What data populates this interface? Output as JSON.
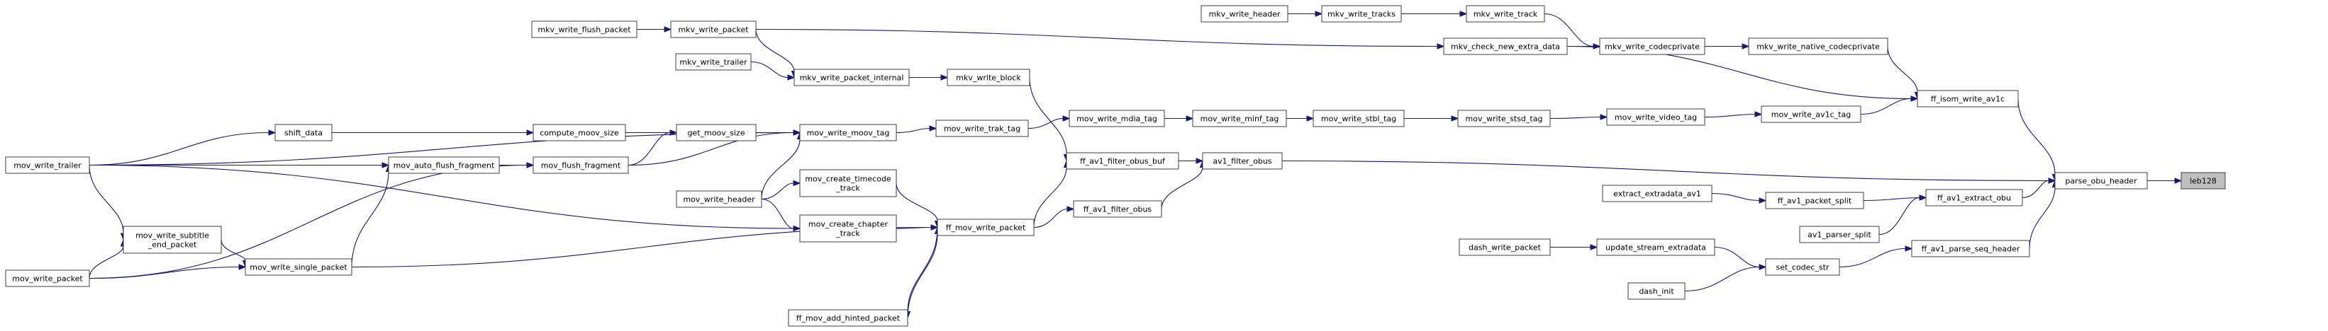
{
  "nodes": [
    {
      "id": "mkv_write_flush_packet",
      "lines": [
        "mkv_write_flush_packet"
      ]
    },
    {
      "id": "mkv_write_packet",
      "lines": [
        "mkv_write_packet"
      ]
    },
    {
      "id": "mkv_write_trailer",
      "lines": [
        "mkv_write_trailer"
      ]
    },
    {
      "id": "mkv_write_packet_internal",
      "lines": [
        "mkv_write_packet_internal"
      ]
    },
    {
      "id": "mkv_write_block",
      "lines": [
        "mkv_write_block"
      ]
    },
    {
      "id": "mkv_write_header",
      "lines": [
        "mkv_write_header"
      ]
    },
    {
      "id": "mkv_write_tracks",
      "lines": [
        "mkv_write_tracks"
      ]
    },
    {
      "id": "mkv_write_track",
      "lines": [
        "mkv_write_track"
      ]
    },
    {
      "id": "mkv_check_new_extra_data",
      "lines": [
        "mkv_check_new_extra_data"
      ]
    },
    {
      "id": "mkv_write_codecprivate",
      "lines": [
        "mkv_write_codecprivate"
      ]
    },
    {
      "id": "mkv_write_native_codecprivate",
      "lines": [
        "mkv_write_native_codecprivate"
      ]
    },
    {
      "id": "shift_data",
      "lines": [
        "shift_data"
      ]
    },
    {
      "id": "compute_moov_size",
      "lines": [
        "compute_moov_size"
      ]
    },
    {
      "id": "get_moov_size",
      "lines": [
        "get_moov_size"
      ]
    },
    {
      "id": "mov_write_moov_tag",
      "lines": [
        "mov_write_moov_tag"
      ]
    },
    {
      "id": "mov_write_trak_tag",
      "lines": [
        "mov_write_trak_tag"
      ]
    },
    {
      "id": "mov_write_mdia_tag",
      "lines": [
        "mov_write_mdia_tag"
      ]
    },
    {
      "id": "mov_write_minf_tag",
      "lines": [
        "mov_write_minf_tag"
      ]
    },
    {
      "id": "mov_write_stbl_tag",
      "lines": [
        "mov_write_stbl_tag"
      ]
    },
    {
      "id": "mov_write_stsd_tag",
      "lines": [
        "mov_write_stsd_tag"
      ]
    },
    {
      "id": "mov_write_video_tag",
      "lines": [
        "mov_write_video_tag"
      ]
    },
    {
      "id": "mov_write_av1c_tag",
      "lines": [
        "mov_write_av1c_tag"
      ]
    },
    {
      "id": "ff_isom_write_av1c",
      "lines": [
        "ff_isom_write_av1c"
      ]
    },
    {
      "id": "mov_write_trailer",
      "lines": [
        "mov_write_trailer"
      ]
    },
    {
      "id": "mov_auto_flush_fragment",
      "lines": [
        "mov_auto_flush_fragment"
      ]
    },
    {
      "id": "mov_flush_fragment",
      "lines": [
        "mov_flush_fragment"
      ]
    },
    {
      "id": "mov_write_header",
      "lines": [
        "mov_write_header"
      ]
    },
    {
      "id": "mov_create_timecode_track",
      "lines": [
        "mov_create_timecode",
        "_track"
      ]
    },
    {
      "id": "mov_create_chapter_track",
      "lines": [
        "mov_create_chapter",
        "_track"
      ]
    },
    {
      "id": "ff_av1_filter_obus_buf",
      "lines": [
        "ff_av1_filter_obus_buf"
      ]
    },
    {
      "id": "av1_filter_obus",
      "lines": [
        "av1_filter_obus"
      ]
    },
    {
      "id": "ff_av1_filter_obus",
      "lines": [
        "ff_av1_filter_obus"
      ]
    },
    {
      "id": "mov_write_subtitle_end_packet",
      "lines": [
        "mov_write_subtitle",
        "_end_packet"
      ]
    },
    {
      "id": "mov_write_packet",
      "lines": [
        "mov_write_packet"
      ]
    },
    {
      "id": "mov_write_single_packet",
      "lines": [
        "mov_write_single_packet"
      ]
    },
    {
      "id": "ff_mov_write_packet",
      "lines": [
        "ff_mov_write_packet"
      ]
    },
    {
      "id": "ff_mov_add_hinted_packet",
      "lines": [
        "ff_mov_add_hinted_packet"
      ]
    },
    {
      "id": "extract_extradata_av1",
      "lines": [
        "extract_extradata_av1"
      ]
    },
    {
      "id": "ff_av1_packet_split",
      "lines": [
        "ff_av1_packet_split"
      ]
    },
    {
      "id": "ff_av1_extract_obu",
      "lines": [
        "ff_av1_extract_obu"
      ]
    },
    {
      "id": "av1_parser_split",
      "lines": [
        "av1_parser_split"
      ]
    },
    {
      "id": "parse_obu_header",
      "lines": [
        "parse_obu_header"
      ]
    },
    {
      "id": "leb128",
      "lines": [
        "leb128"
      ]
    },
    {
      "id": "dash_write_packet",
      "lines": [
        "dash_write_packet"
      ]
    },
    {
      "id": "update_stream_extradata",
      "lines": [
        "update_stream_extradata"
      ]
    },
    {
      "id": "set_codec_str",
      "lines": [
        "set_codec_str"
      ]
    },
    {
      "id": "dash_init",
      "lines": [
        "dash_init"
      ]
    },
    {
      "id": "ff_av1_parse_seq_header",
      "lines": [
        "ff_av1_parse_seq_header"
      ]
    }
  ],
  "edges": [
    [
      "mkv_write_flush_packet",
      "mkv_write_packet"
    ],
    [
      "mkv_write_packet",
      "mkv_write_packet_internal"
    ],
    [
      "mkv_write_packet",
      "mkv_check_new_extra_data"
    ],
    [
      "mkv_write_trailer",
      "mkv_write_packet_internal"
    ],
    [
      "mkv_write_packet_internal",
      "mkv_write_block"
    ],
    [
      "mkv_write_block",
      "ff_av1_filter_obus_buf"
    ],
    [
      "mkv_write_header",
      "mkv_write_tracks"
    ],
    [
      "mkv_write_tracks",
      "mkv_write_track"
    ],
    [
      "mkv_write_track",
      "mkv_write_codecprivate"
    ],
    [
      "mkv_check_new_extra_data",
      "mkv_write_codecprivate"
    ],
    [
      "mkv_check_new_extra_data",
      "ff_isom_write_av1c"
    ],
    [
      "mkv_write_codecprivate",
      "mkv_write_native_codecprivate"
    ],
    [
      "mkv_write_native_codecprivate",
      "ff_isom_write_av1c"
    ],
    [
      "mov_write_trailer",
      "shift_data"
    ],
    [
      "mov_write_trailer",
      "mov_write_moov_tag"
    ],
    [
      "mov_write_trailer",
      "mov_auto_flush_fragment"
    ],
    [
      "mov_write_trailer",
      "mov_write_subtitle_end_packet"
    ],
    [
      "mov_write_trailer",
      "mov_create_chapter_track"
    ],
    [
      "shift_data",
      "compute_moov_size"
    ],
    [
      "compute_moov_size",
      "get_moov_size"
    ],
    [
      "get_moov_size",
      "mov_write_moov_tag"
    ],
    [
      "mov_write_moov_tag",
      "mov_write_trak_tag"
    ],
    [
      "mov_write_trak_tag",
      "mov_write_mdia_tag"
    ],
    [
      "mov_write_mdia_tag",
      "mov_write_minf_tag"
    ],
    [
      "mov_write_minf_tag",
      "mov_write_stbl_tag"
    ],
    [
      "mov_write_stbl_tag",
      "mov_write_stsd_tag"
    ],
    [
      "mov_write_stsd_tag",
      "mov_write_video_tag"
    ],
    [
      "mov_write_video_tag",
      "mov_write_av1c_tag"
    ],
    [
      "mov_write_av1c_tag",
      "ff_isom_write_av1c"
    ],
    [
      "ff_isom_write_av1c",
      "parse_obu_header"
    ],
    [
      "mov_auto_flush_fragment",
      "mov_flush_fragment"
    ],
    [
      "mov_flush_fragment",
      "get_moov_size"
    ],
    [
      "mov_flush_fragment",
      "mov_write_moov_tag"
    ],
    [
      "mov_write_header",
      "mov_write_moov_tag"
    ],
    [
      "mov_write_header",
      "mov_create_timecode_track"
    ],
    [
      "mov_write_header",
      "mov_create_chapter_track"
    ],
    [
      "mov_create_timecode_track",
      "ff_mov_write_packet"
    ],
    [
      "mov_create_chapter_track",
      "ff_mov_write_packet"
    ],
    [
      "mov_write_subtitle_end_packet",
      "mov_write_single_packet"
    ],
    [
      "mov_write_packet",
      "mov_write_subtitle_end_packet"
    ],
    [
      "mov_write_packet",
      "mov_write_single_packet"
    ],
    [
      "mov_write_packet",
      "mov_flush_fragment"
    ],
    [
      "mov_write_single_packet",
      "mov_auto_flush_fragment"
    ],
    [
      "mov_write_single_packet",
      "ff_mov_write_packet"
    ],
    [
      "ff_mov_write_packet",
      "ff_mov_add_hinted_packet"
    ],
    [
      "ff_mov_add_hinted_packet",
      "ff_mov_write_packet"
    ],
    [
      "ff_mov_write_packet",
      "ff_av1_filter_obus_buf"
    ],
    [
      "ff_mov_write_packet",
      "ff_av1_filter_obus"
    ],
    [
      "ff_av1_filter_obus_buf",
      "av1_filter_obus"
    ],
    [
      "ff_av1_filter_obus",
      "av1_filter_obus"
    ],
    [
      "av1_filter_obus",
      "parse_obu_header"
    ],
    [
      "extract_extradata_av1",
      "ff_av1_packet_split"
    ],
    [
      "ff_av1_packet_split",
      "ff_av1_extract_obu"
    ],
    [
      "av1_parser_split",
      "ff_av1_extract_obu"
    ],
    [
      "ff_av1_extract_obu",
      "parse_obu_header"
    ],
    [
      "parse_obu_header",
      "leb128"
    ],
    [
      "dash_write_packet",
      "update_stream_extradata"
    ],
    [
      "update_stream_extradata",
      "set_codec_str"
    ],
    [
      "dash_init",
      "set_codec_str"
    ],
    [
      "set_codec_str",
      "ff_av1_parse_seq_header"
    ],
    [
      "ff_av1_parse_seq_header",
      "parse_obu_header"
    ]
  ]
}
